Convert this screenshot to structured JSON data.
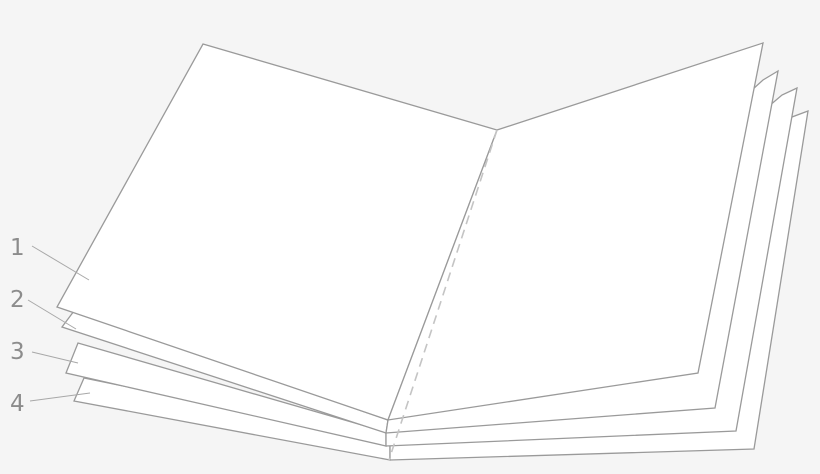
{
  "callouts": [
    {
      "label": "1"
    },
    {
      "label": "2"
    },
    {
      "label": "3"
    },
    {
      "label": "4"
    }
  ],
  "colors": {
    "background": "#f5f5f5",
    "sheet_fill": "#ffffff",
    "sheet_outline": "#9a9a9a",
    "fold_line": "#c4c4c4",
    "label_text": "#8c8c8c"
  }
}
